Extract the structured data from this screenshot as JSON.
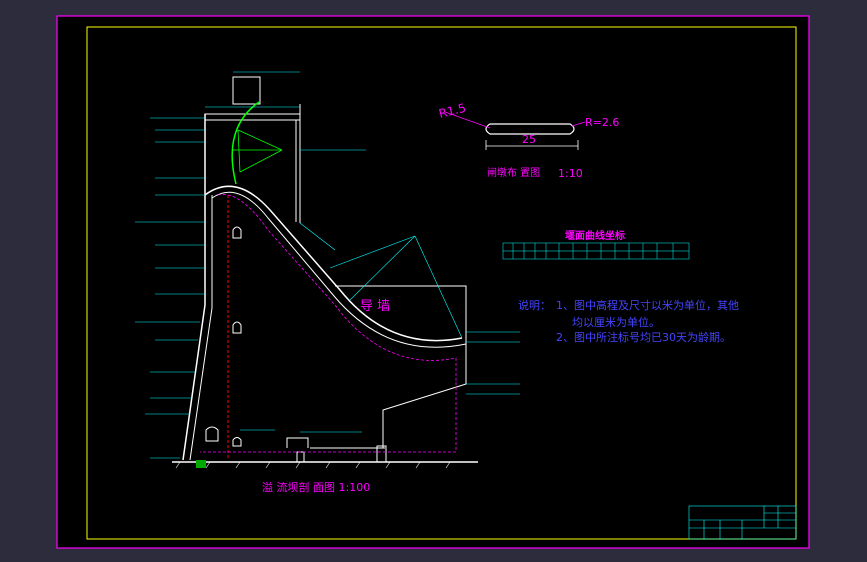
{
  "drawing": {
    "view_title": "溢 流坝剖 面图 1:100",
    "pier_detail_title": "闸墩布 置图",
    "pier_detail_scale": "1:10",
    "dim_radius_nose": "R1.5",
    "dim_radius_tail": "R=2.6",
    "dim_length": "25",
    "table_title": "堰面曲线坐标",
    "label_guide_wall": "导 墙",
    "notes": {
      "heading": "说明：",
      "line1": "1、图中高程及尺寸以米为单位，其他",
      "line1b": "均以厘米为单位。",
      "line2": "2、图中所注标号均已30天为龄期。"
    }
  },
  "colors": {
    "background": "#000000",
    "outer_frame": "#ff00ff",
    "inner_frame": "#ffff00",
    "linework": "#ffffff",
    "annotation": "#00ffff",
    "spillway_crest": "#00ff00",
    "hidden_line": "#ff0000",
    "notes_text": "#4444ff",
    "title_text": "#ff00ff"
  }
}
